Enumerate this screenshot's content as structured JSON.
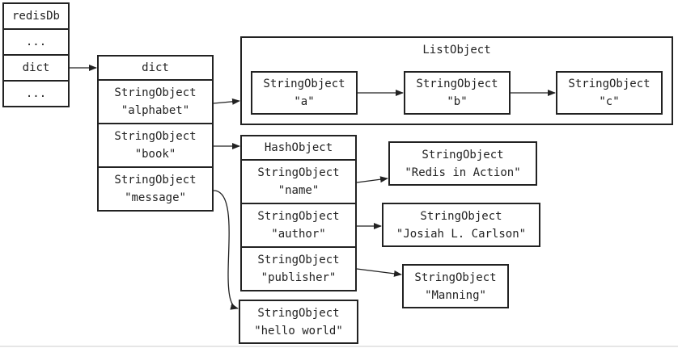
{
  "redisdb": {
    "title": "redisDb",
    "rows": [
      "...",
      "dict",
      "..."
    ]
  },
  "dict": {
    "title": "dict",
    "entries": [
      {
        "line1": "StringObject",
        "line2": "\"alphabet\""
      },
      {
        "line1": "StringObject",
        "line2": "\"book\""
      },
      {
        "line1": "StringObject",
        "line2": "\"message\""
      }
    ]
  },
  "list_object": {
    "title": "ListObject",
    "items": [
      {
        "line1": "StringObject",
        "line2": "\"a\""
      },
      {
        "line1": "StringObject",
        "line2": "\"b\""
      },
      {
        "line1": "StringObject",
        "line2": "\"c\""
      }
    ]
  },
  "hash_object": {
    "title": "HashObject",
    "fields": [
      {
        "line1": "StringObject",
        "line2": "\"name\""
      },
      {
        "line1": "StringObject",
        "line2": "\"author\""
      },
      {
        "line1": "StringObject",
        "line2": "\"publisher\""
      }
    ],
    "values": [
      {
        "line1": "StringObject",
        "line2": "\"Redis in Action\""
      },
      {
        "line1": "StringObject",
        "line2": "\"Josiah L. Carlson\""
      },
      {
        "line1": "StringObject",
        "line2": "\"Manning\""
      }
    ]
  },
  "message_value": {
    "line1": "StringObject",
    "line2": "\"hello world\""
  }
}
